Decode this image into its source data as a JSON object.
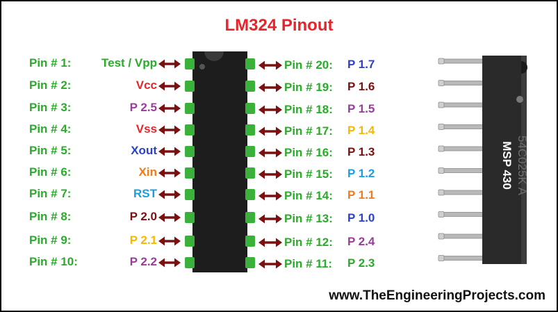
{
  "title": "LM324 Pinout",
  "website": "www.TheEngineeringProjects.com",
  "colors": {
    "title": "#e8232a",
    "pin_label": "#2aab2a",
    "arrow": "#7b1010",
    "chip_body": "#1d1d1d",
    "pad": "#3bb13b",
    "website": "#111111",
    "green": "#2aab2a",
    "red": "#e5262b",
    "purple": "#9b3b9b",
    "blue": "#2c40c8",
    "orange": "#f07a1c",
    "cyan": "#1a9ee0",
    "yellow": "#f5b800",
    "maroon": "#7b1010"
  },
  "left_pins": [
    {
      "pin": "Pin # 1:",
      "name": "Test / Vpp",
      "color": "#2aab2a"
    },
    {
      "pin": "Pin # 2:",
      "name": "Vcc",
      "color": "#e5262b"
    },
    {
      "pin": "Pin # 3:",
      "name": "P 2.5",
      "color": "#9b3b9b"
    },
    {
      "pin": "Pin # 4:",
      "name": "Vss",
      "color": "#e5262b"
    },
    {
      "pin": "Pin # 5:",
      "name": "Xout",
      "color": "#2c40c8"
    },
    {
      "pin": "Pin # 6:",
      "name": "Xin",
      "color": "#f07a1c"
    },
    {
      "pin": "Pin # 7:",
      "name": "RST",
      "color": "#1a9ee0"
    },
    {
      "pin": "Pin # 8:",
      "name": "P 2.0",
      "color": "#7b1010"
    },
    {
      "pin": "Pin # 9:",
      "name": "P 2.1",
      "color": "#f5b800"
    },
    {
      "pin": "Pin # 10:",
      "name": "P 2.2",
      "color": "#9b3b9b"
    }
  ],
  "right_pins": [
    {
      "pin": "Pin # 20:",
      "name": "P 1.7",
      "color": "#2c40c8"
    },
    {
      "pin": "Pin # 19:",
      "name": "P 1.6",
      "color": "#7b1010"
    },
    {
      "pin": "Pin # 18:",
      "name": "P 1.5",
      "color": "#9b3b9b"
    },
    {
      "pin": "Pin # 17:",
      "name": "P 1.4",
      "color": "#f5b800"
    },
    {
      "pin": "Pin # 16:",
      "name": "P 1.3",
      "color": "#7b1010"
    },
    {
      "pin": "Pin # 15:",
      "name": "P 1.2",
      "color": "#1a9ee0"
    },
    {
      "pin": "Pin # 14:",
      "name": "P 1.1",
      "color": "#f07a1c"
    },
    {
      "pin": "Pin # 13:",
      "name": "P 1.0",
      "color": "#2c40c8"
    },
    {
      "pin": "Pin # 12:",
      "name": "P 2.4",
      "color": "#9b3b9b"
    },
    {
      "pin": "Pin # 11:",
      "name": "P 2.3",
      "color": "#2aab2a"
    }
  ],
  "chip_photo": {
    "marking_1": "54C025K A",
    "marking_2": "MSP 430"
  }
}
